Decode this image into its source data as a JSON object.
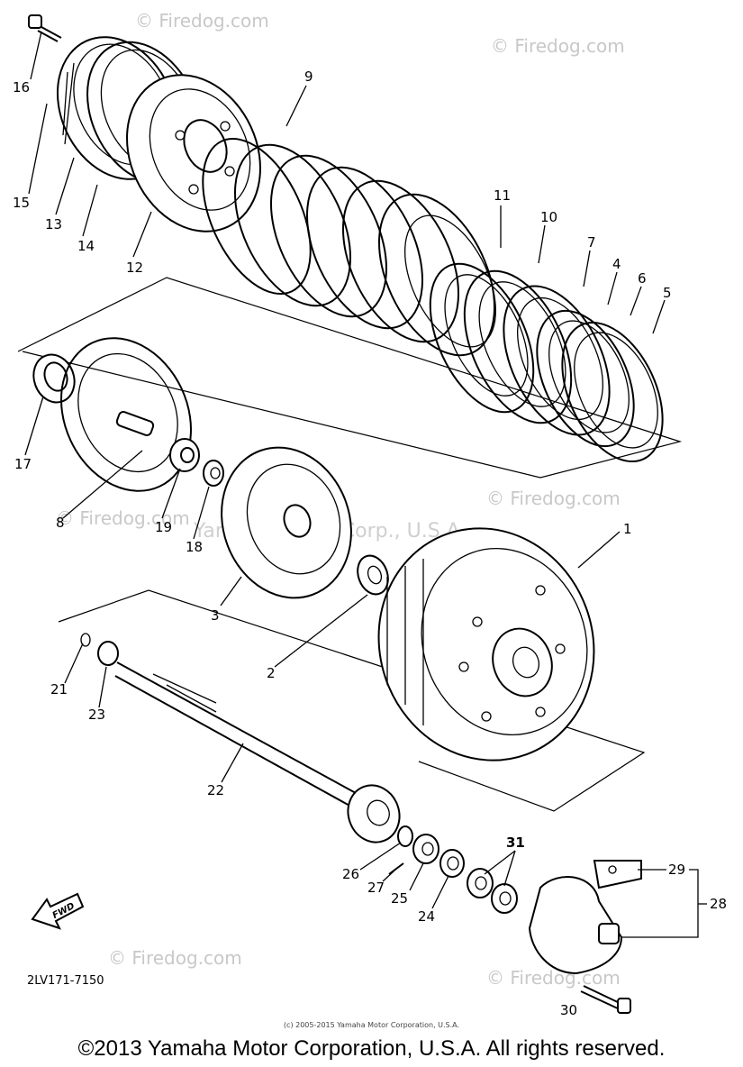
{
  "diagram": {
    "part_code": "2LV171-7150",
    "fwd_label": "FWD",
    "callouts": [
      "1",
      "2",
      "3",
      "4",
      "5",
      "6",
      "7",
      "8",
      "9",
      "10",
      "11",
      "12",
      "13",
      "14",
      "15",
      "16",
      "17",
      "18",
      "19",
      "21",
      "22",
      "23",
      "24",
      "25",
      "26",
      "27",
      "28",
      "29",
      "30",
      "31"
    ],
    "watermarks": {
      "site": "© Firedog.com",
      "owner": "Yamaha Motor Corp., U.S.A."
    }
  },
  "footer": {
    "fine_print": "(c) 2005-2015 Yamaha Motor Corporation, U.S.A.",
    "copyright": "©2013 Yamaha Motor Corporation, U.S.A. All rights reserved."
  }
}
